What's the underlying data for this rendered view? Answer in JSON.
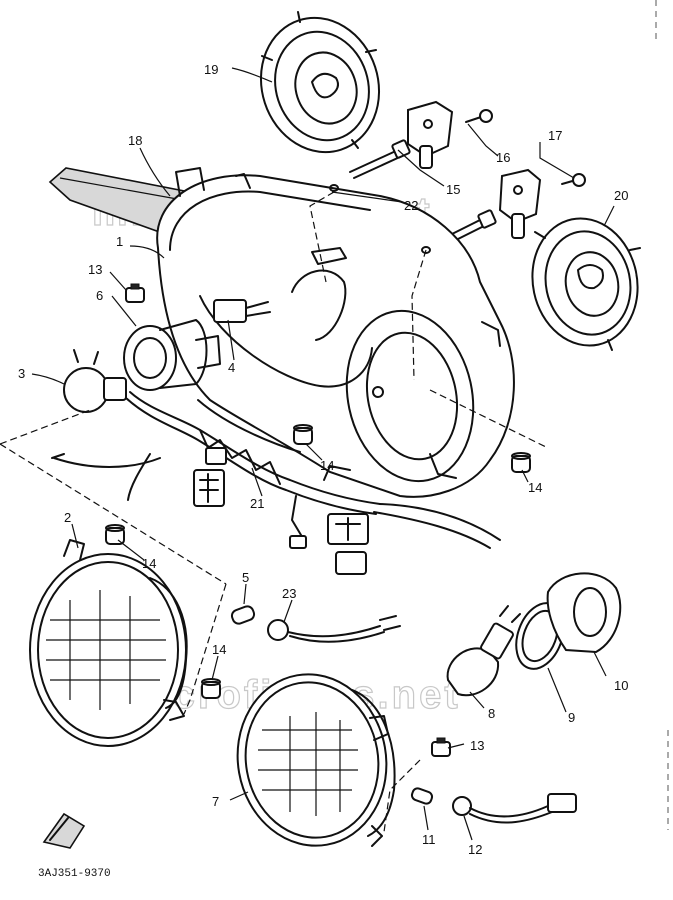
{
  "drawing_code": "3AJ351-9370",
  "watermark": "microfiches.net",
  "callouts": {
    "c1": "1",
    "c2": "2",
    "c3": "3",
    "c4": "4",
    "c5": "5",
    "c6": "6",
    "c7": "7",
    "c8": "8",
    "c9": "9",
    "c10": "10",
    "c11": "11",
    "c12": "12",
    "c13a": "13",
    "c13b": "13",
    "c14a": "14",
    "c14b": "14",
    "c14c": "14",
    "c14d": "14",
    "c15": "15",
    "c16": "16",
    "c17": "17",
    "c18": "18",
    "c19": "19",
    "c20": "20",
    "c21": "21",
    "c22": "22",
    "c23": "23"
  }
}
